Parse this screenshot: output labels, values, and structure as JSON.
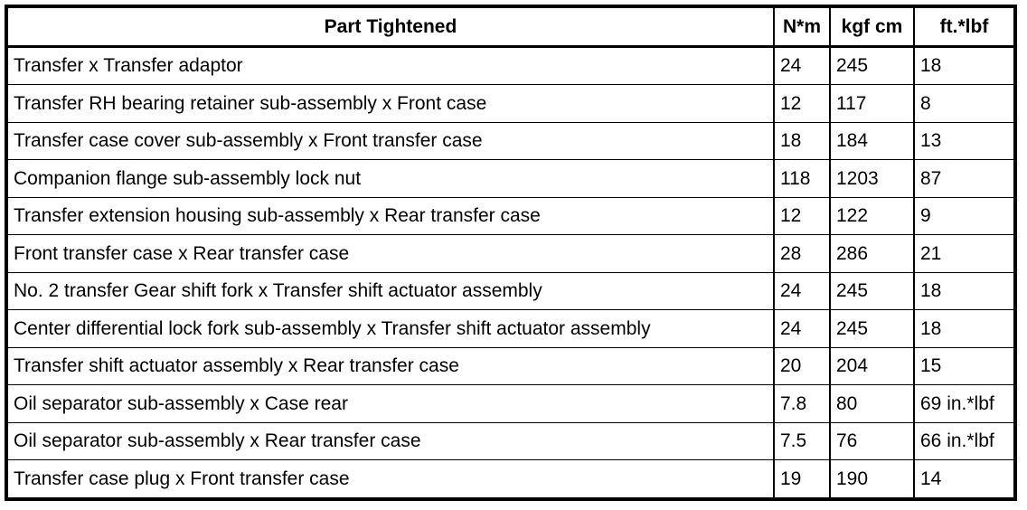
{
  "table": {
    "columns": [
      "Part Tightened",
      "N*m",
      "kgf cm",
      "ft.*lbf"
    ],
    "rows": [
      {
        "part": "Transfer x Transfer adaptor",
        "nm": "24",
        "kgf_cm": "245",
        "ft_lbf": "18"
      },
      {
        "part": "Transfer RH bearing retainer sub-assembly x Front case",
        "nm": "12",
        "kgf_cm": "117",
        "ft_lbf": "8"
      },
      {
        "part": "Transfer case cover sub-assembly x Front transfer case",
        "nm": "18",
        "kgf_cm": "184",
        "ft_lbf": "13"
      },
      {
        "part": "Companion flange sub-assembly lock nut",
        "nm": "118",
        "kgf_cm": "1203",
        "ft_lbf": "87"
      },
      {
        "part": "Transfer extension housing sub-assembly x Rear transfer case",
        "nm": "12",
        "kgf_cm": "122",
        "ft_lbf": "9"
      },
      {
        "part": "Front transfer case x Rear transfer case",
        "nm": "28",
        "kgf_cm": "286",
        "ft_lbf": "21"
      },
      {
        "part": "No. 2 transfer Gear shift fork x Transfer shift actuator assembly",
        "nm": "24",
        "kgf_cm": "245",
        "ft_lbf": "18"
      },
      {
        "part": "Center differential lock fork sub-assembly x Transfer shift actuator assembly",
        "nm": "24",
        "kgf_cm": "245",
        "ft_lbf": "18"
      },
      {
        "part": "Transfer shift actuator assembly x Rear transfer case",
        "nm": "20",
        "kgf_cm": "204",
        "ft_lbf": "15"
      },
      {
        "part": "Oil separator sub-assembly x Case rear",
        "nm": "7.8",
        "kgf_cm": "80",
        "ft_lbf": "69 in.*lbf"
      },
      {
        "part": "Oil separator sub-assembly x Rear transfer case",
        "nm": "7.5",
        "kgf_cm": "76",
        "ft_lbf": "66 in.*lbf"
      },
      {
        "part": "Transfer case plug x Front transfer case",
        "nm": "19",
        "kgf_cm": "190",
        "ft_lbf": "14"
      }
    ]
  },
  "colors": {
    "border": "#000000",
    "background": "#ffffff",
    "text": "#000000"
  }
}
